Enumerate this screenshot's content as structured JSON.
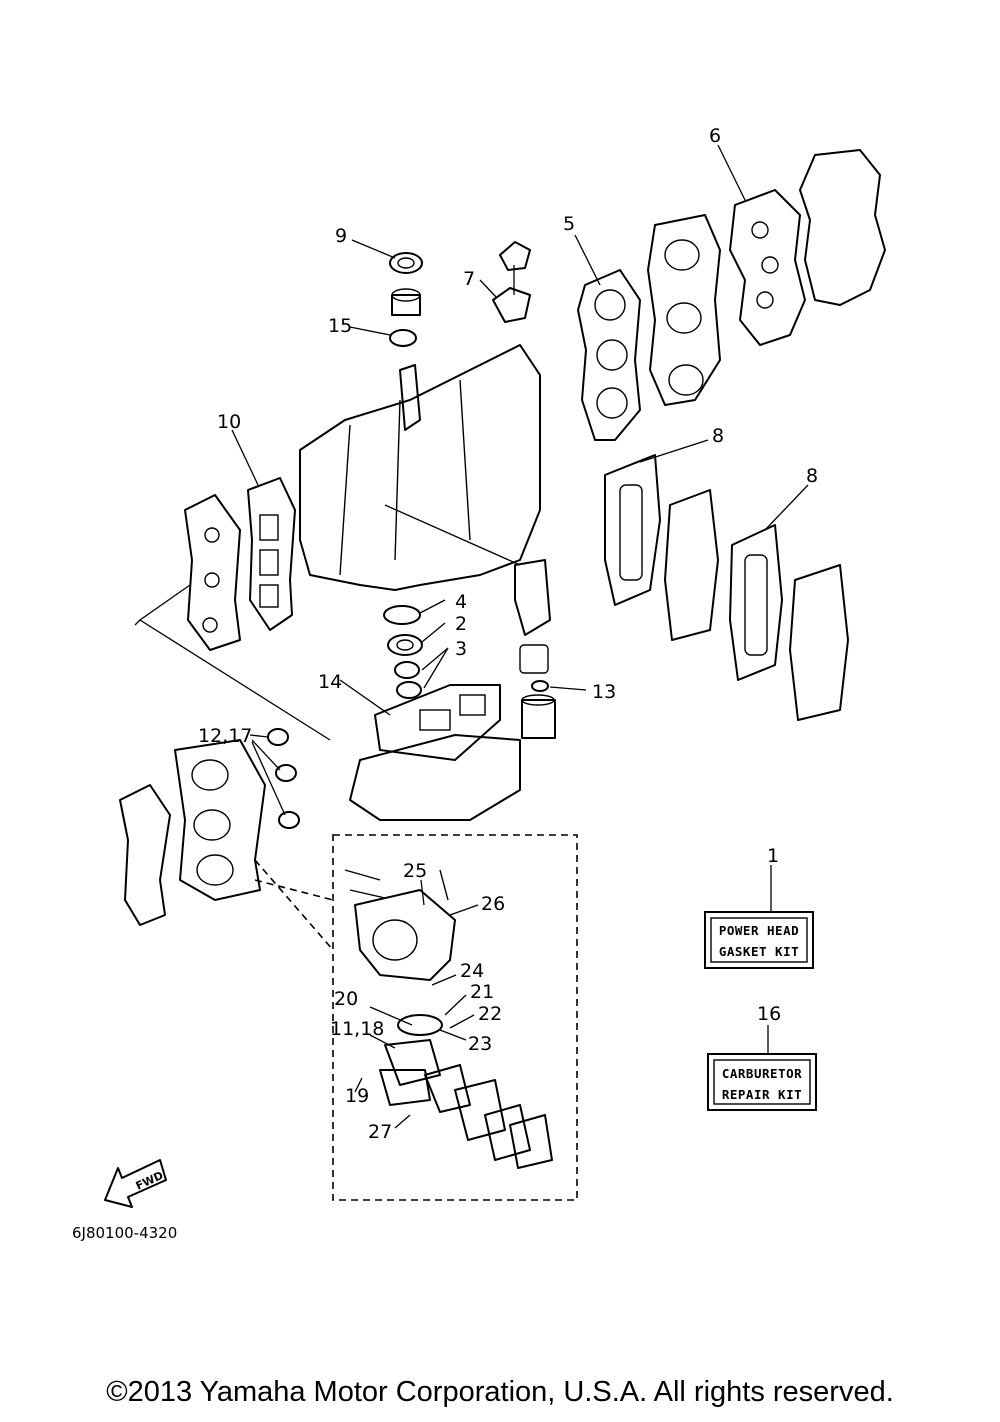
{
  "callouts": {
    "c1": "1",
    "c2": "2",
    "c3": "3",
    "c4": "4",
    "c5": "5",
    "c6": "6",
    "c7": "7",
    "c8a": "8",
    "c8b": "8",
    "c9": "9",
    "c10": "10",
    "c11_18": "11,18",
    "c12_17": "12,17",
    "c13": "13",
    "c14": "14",
    "c15": "15",
    "c16": "16",
    "c19": "19",
    "c20": "20",
    "c21": "21",
    "c22": "22",
    "c23": "23",
    "c24": "24",
    "c25": "25",
    "c26": "26",
    "c27": "27"
  },
  "kits": {
    "power_head": {
      "line1": "POWER HEAD",
      "line2": "GASKET KIT"
    },
    "carburetor": {
      "line1": "CARBURETOR",
      "line2": "REPAIR KIT"
    }
  },
  "fwd_label": "FWD",
  "diagram_number": "6J80100-4320",
  "copyright": "©2013 Yamaha Motor Corporation, U.S.A. All rights reserved."
}
